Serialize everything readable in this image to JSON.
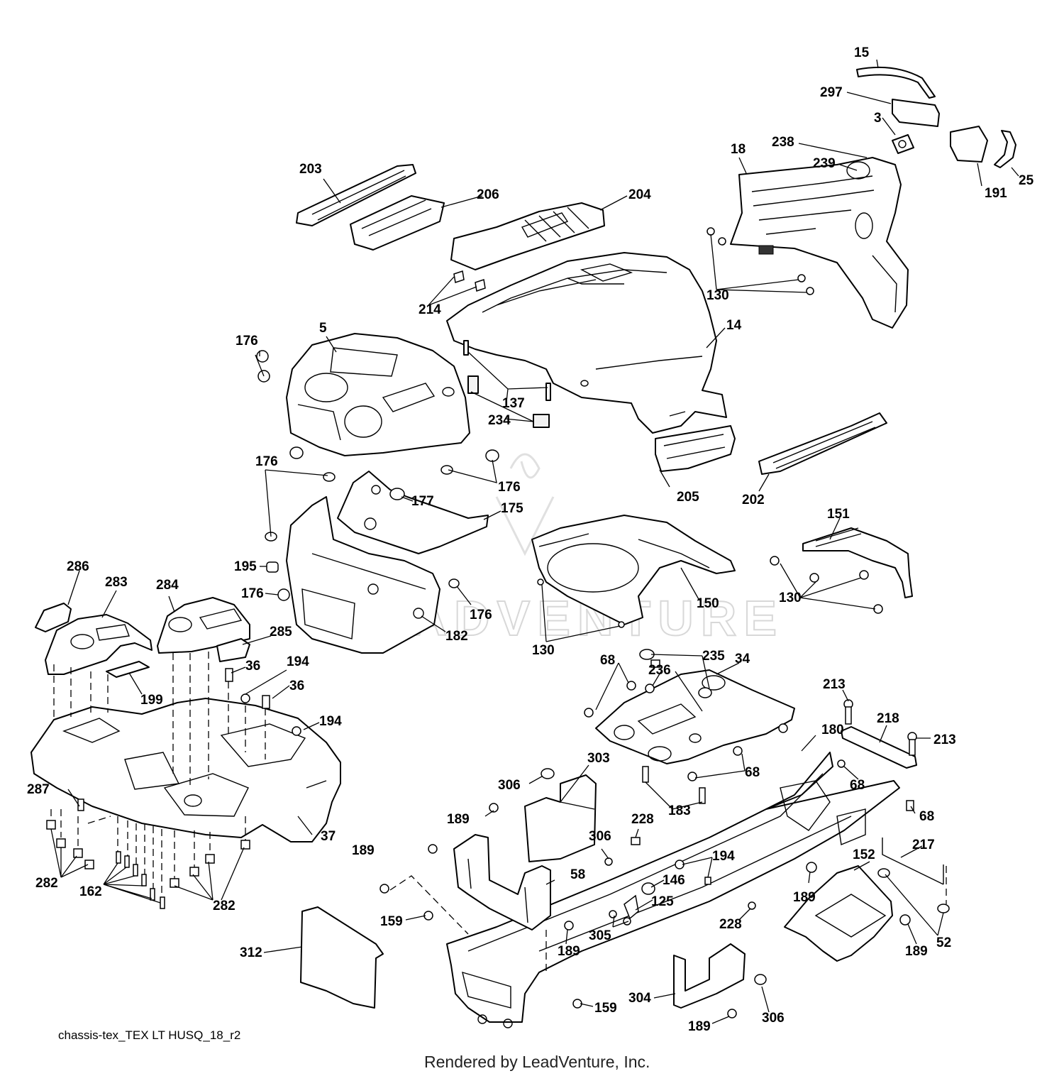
{
  "diagram": {
    "caption": "chassis-tex_TEX LT HUSQ_18_r2",
    "footer": "Rendered by LeadVenture, Inc.",
    "watermark": "LEADVENTURE",
    "callouts": [
      {
        "id": "c15",
        "label": "15"
      },
      {
        "id": "c297",
        "label": "297"
      },
      {
        "id": "c3",
        "label": "3"
      },
      {
        "id": "c238",
        "label": "238"
      },
      {
        "id": "c18",
        "label": "18"
      },
      {
        "id": "c239",
        "label": "239"
      },
      {
        "id": "c191",
        "label": "191"
      },
      {
        "id": "c25",
        "label": "25"
      },
      {
        "id": "c203",
        "label": "203"
      },
      {
        "id": "c206",
        "label": "206"
      },
      {
        "id": "c204",
        "label": "204"
      },
      {
        "id": "c214",
        "label": "214"
      },
      {
        "id": "c130a",
        "label": "130"
      },
      {
        "id": "c14",
        "label": "14"
      },
      {
        "id": "c176a",
        "label": "176"
      },
      {
        "id": "c5",
        "label": "5"
      },
      {
        "id": "c137",
        "label": "137"
      },
      {
        "id": "c234",
        "label": "234"
      },
      {
        "id": "c205",
        "label": "205"
      },
      {
        "id": "c202",
        "label": "202"
      },
      {
        "id": "c176b",
        "label": "176"
      },
      {
        "id": "c176c",
        "label": "176"
      },
      {
        "id": "c177",
        "label": "177"
      },
      {
        "id": "c175",
        "label": "175"
      },
      {
        "id": "c151",
        "label": "151"
      },
      {
        "id": "c195",
        "label": "195"
      },
      {
        "id": "c176d",
        "label": "176"
      },
      {
        "id": "c176e",
        "label": "176"
      },
      {
        "id": "c150",
        "label": "150"
      },
      {
        "id": "c130b",
        "label": "130"
      },
      {
        "id": "c182",
        "label": "182"
      },
      {
        "id": "c130c",
        "label": "130"
      },
      {
        "id": "c286",
        "label": "286"
      },
      {
        "id": "c283",
        "label": "283"
      },
      {
        "id": "c284",
        "label": "284"
      },
      {
        "id": "c285",
        "label": "285"
      },
      {
        "id": "c199",
        "label": "199"
      },
      {
        "id": "c36a",
        "label": "36"
      },
      {
        "id": "c194a",
        "label": "194"
      },
      {
        "id": "c36b",
        "label": "36"
      },
      {
        "id": "c194b",
        "label": "194"
      },
      {
        "id": "c235",
        "label": "235"
      },
      {
        "id": "c68a",
        "label": "68"
      },
      {
        "id": "c236",
        "label": "236"
      },
      {
        "id": "c34",
        "label": "34"
      },
      {
        "id": "c213a",
        "label": "213"
      },
      {
        "id": "c218",
        "label": "218"
      },
      {
        "id": "c213b",
        "label": "213"
      },
      {
        "id": "c180",
        "label": "180"
      },
      {
        "id": "c303",
        "label": "303"
      },
      {
        "id": "c306a",
        "label": "306"
      },
      {
        "id": "c68b",
        "label": "68"
      },
      {
        "id": "c68c",
        "label": "68"
      },
      {
        "id": "c68d",
        "label": "68"
      },
      {
        "id": "c287",
        "label": "287"
      },
      {
        "id": "c37",
        "label": "37"
      },
      {
        "id": "c183",
        "label": "183"
      },
      {
        "id": "c189a",
        "label": "189"
      },
      {
        "id": "c228a",
        "label": "228"
      },
      {
        "id": "c306b",
        "label": "306"
      },
      {
        "id": "c217",
        "label": "217"
      },
      {
        "id": "c152",
        "label": "152"
      },
      {
        "id": "c189b",
        "label": "189"
      },
      {
        "id": "c194c",
        "label": "194"
      },
      {
        "id": "c58",
        "label": "58"
      },
      {
        "id": "c146",
        "label": "146"
      },
      {
        "id": "c282a",
        "label": "282"
      },
      {
        "id": "c162",
        "label": "162"
      },
      {
        "id": "c282b",
        "label": "282"
      },
      {
        "id": "c125",
        "label": "125"
      },
      {
        "id": "c189c",
        "label": "189"
      },
      {
        "id": "c159a",
        "label": "159"
      },
      {
        "id": "c305",
        "label": "305"
      },
      {
        "id": "c228b",
        "label": "228"
      },
      {
        "id": "c189d",
        "label": "189"
      },
      {
        "id": "c52",
        "label": "52"
      },
      {
        "id": "c189e",
        "label": "189"
      },
      {
        "id": "c312",
        "label": "312"
      },
      {
        "id": "c159b",
        "label": "159"
      },
      {
        "id": "c304",
        "label": "304"
      },
      {
        "id": "c306c",
        "label": "306"
      },
      {
        "id": "c189f",
        "label": "189"
      }
    ]
  }
}
